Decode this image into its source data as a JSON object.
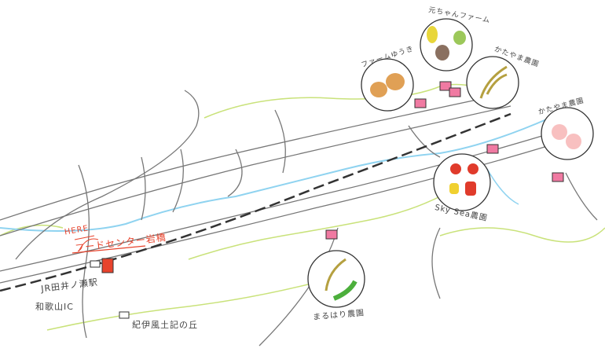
{
  "colors": {
    "road": "#777777",
    "river": "#8fd3f0",
    "green": "#c9e27a",
    "farm_roof": "#f07aa2",
    "store": "#e8432c",
    "text": "#444444"
  },
  "here_label": "HERE",
  "store_label": "フードセンター岩橋",
  "station_label": "JR田井ノ瀬駅",
  "ic_label": "和歌山IC",
  "landmark_label": "紀伊風土記の丘",
  "farms": [
    {
      "name": "ファームゆうき",
      "produce": [
        "onion"
      ]
    },
    {
      "name": "元ちゃんファーム",
      "produce": [
        "corn",
        "potato",
        "green-bean"
      ]
    },
    {
      "name": "かたやま農園",
      "produce": [
        "rice"
      ]
    },
    {
      "name": "かたやま農園",
      "produce": [
        "peach"
      ]
    },
    {
      "name": "Sky Sea農園",
      "produce": [
        "tomato",
        "paprika"
      ]
    },
    {
      "name": "まるはり農園",
      "produce": [
        "rice",
        "okra"
      ]
    }
  ]
}
